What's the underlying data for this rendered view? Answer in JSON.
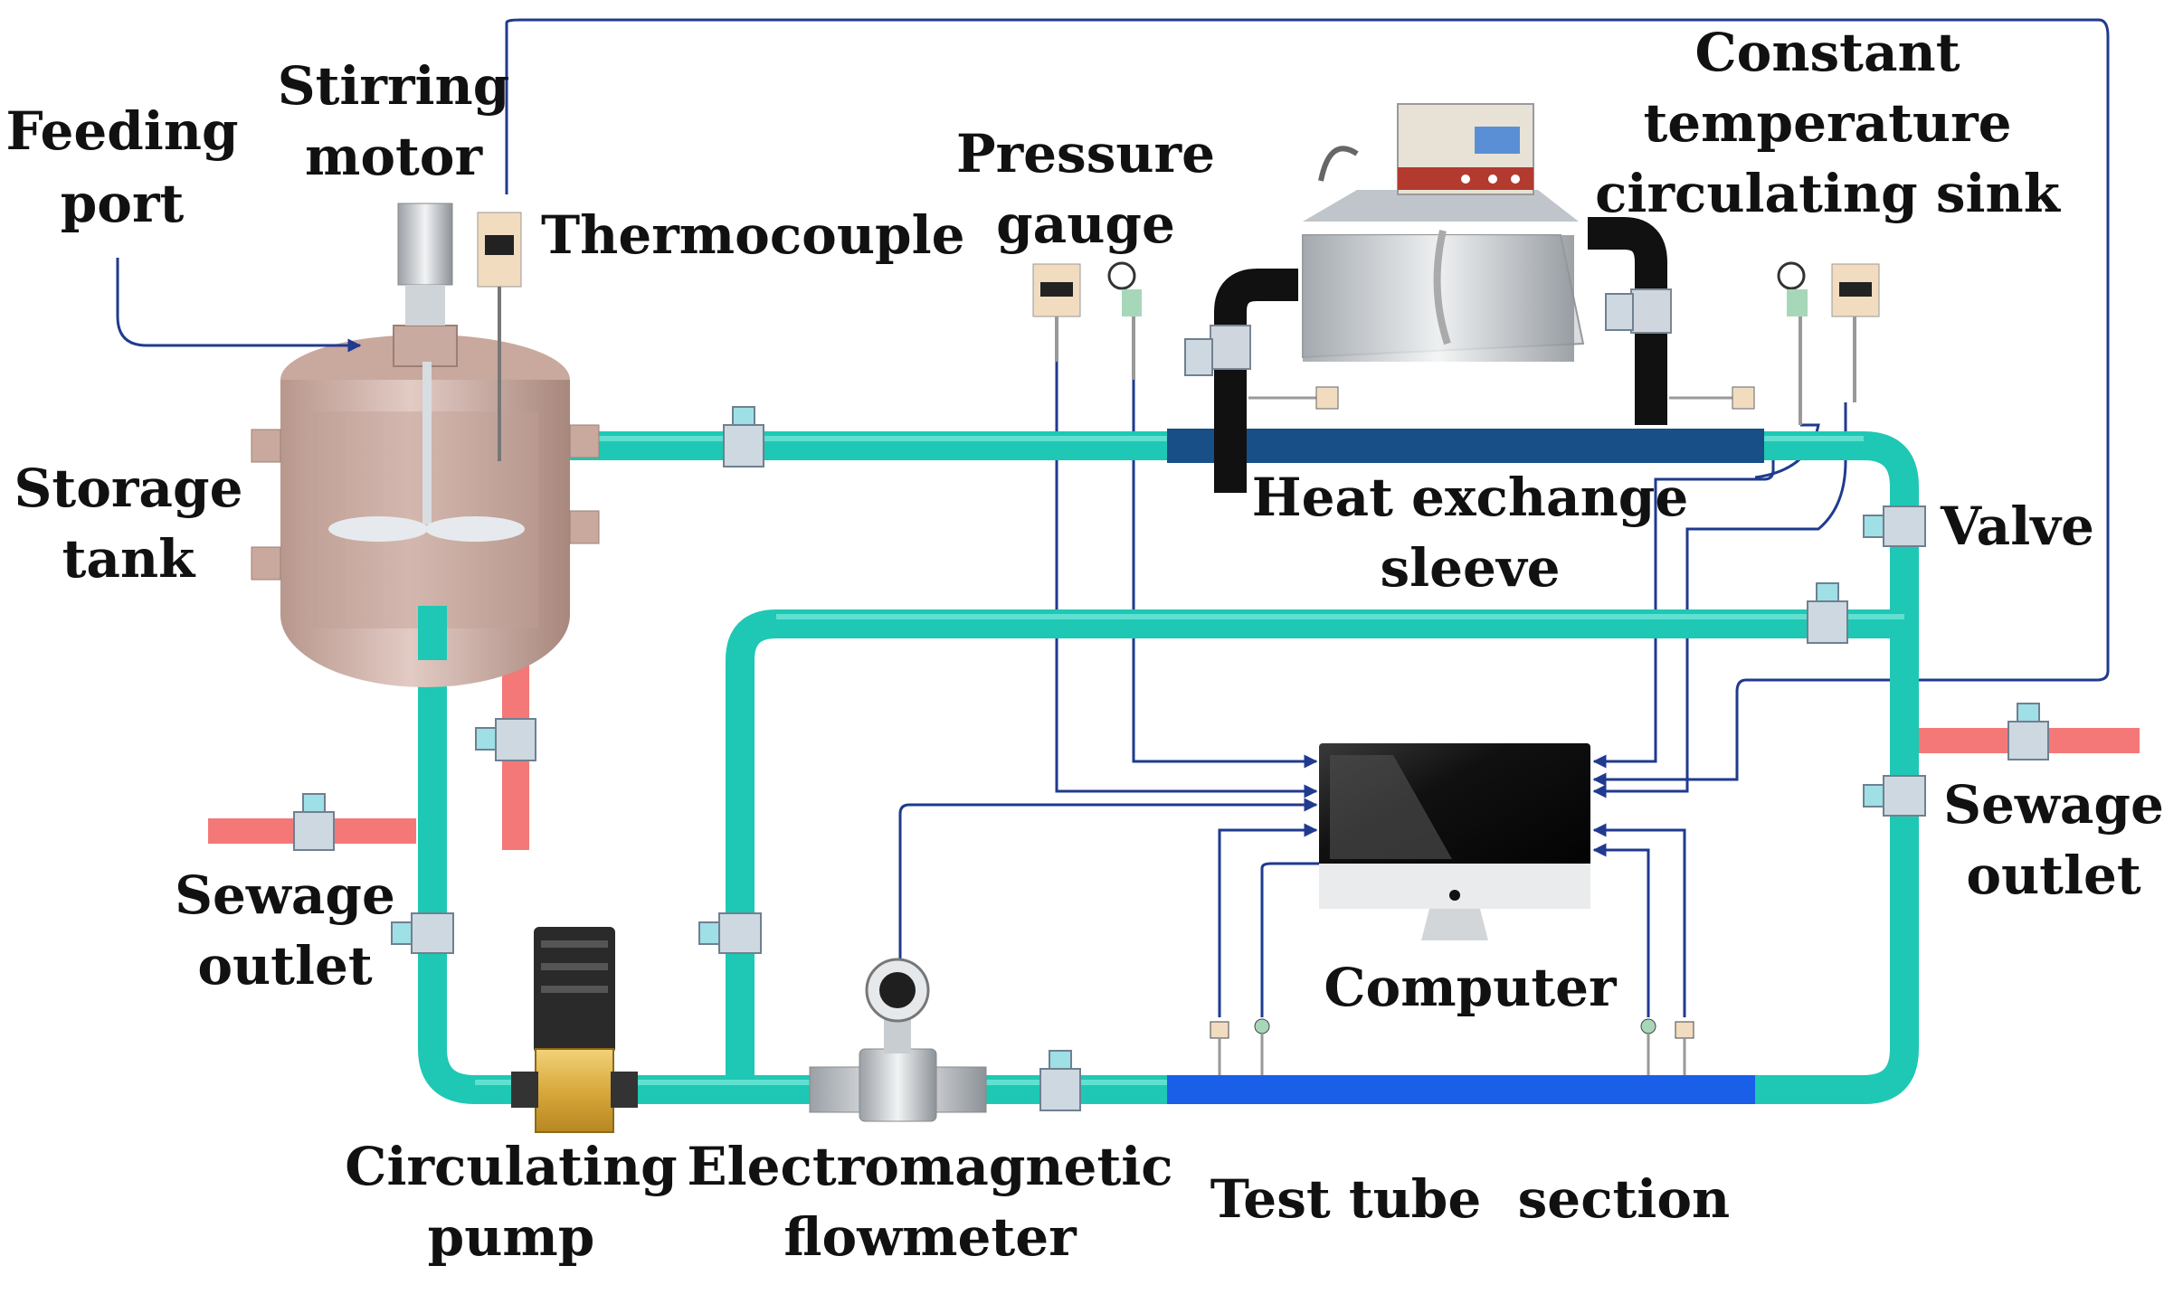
{
  "labels": {
    "feeding_port": [
      "Feeding",
      "port"
    ],
    "stirring_motor": [
      "Stirring",
      "motor"
    ],
    "thermocouple": "Thermocouple",
    "pressure_gauge": [
      "Pressure",
      "gauge"
    ],
    "constant_temp_sink": [
      "Constant",
      "temperature",
      "circulating sink"
    ],
    "storage_tank": [
      "Storage",
      "tank"
    ],
    "heat_exchange_sleeve": [
      "Heat exchange",
      "sleeve"
    ],
    "valve": "Valve",
    "sewage_outlet_left": [
      "Sewage",
      "outlet"
    ],
    "sewage_outlet_right": [
      "Sewage",
      "outlet"
    ],
    "computer": "Computer",
    "circulating_pump": [
      "Circulating",
      "pump"
    ],
    "electromagnetic_flowmeter": [
      "Electromagnetic",
      "flowmeter"
    ],
    "test_tube_section": "Test tube  section"
  },
  "colors": {
    "pipe": "#1ec8b4",
    "sewage_pipe": "#f47878",
    "heat_sleeve": "#174f86",
    "test_section": "#1a5fe8",
    "signal_wire": "#1f3a8f",
    "tank_body": "#d4b6ad",
    "black_pipe": "#111111"
  }
}
